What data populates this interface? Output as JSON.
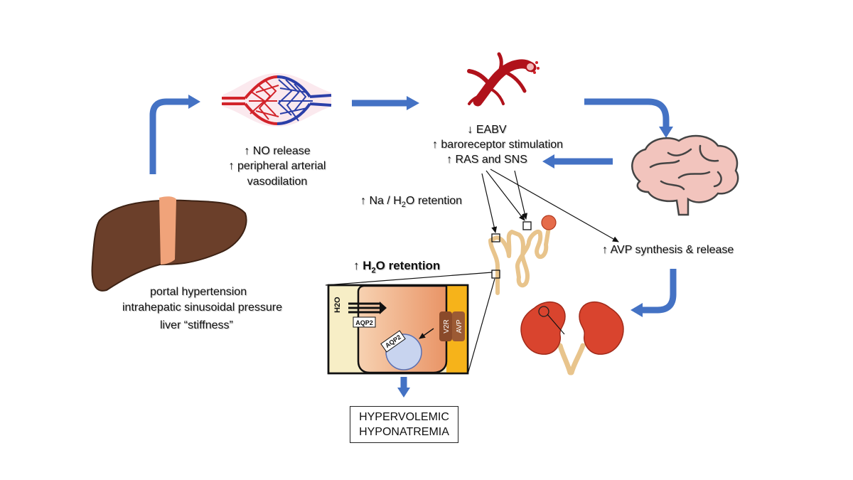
{
  "liver": {
    "line1": "portal hypertension",
    "line2": "intrahepatic sinusoidal pressure",
    "line3": "liver “stiffness”"
  },
  "vessels": {
    "line1": "↑ NO release",
    "line2": "↑ peripheral arterial",
    "line3": "vasodilation"
  },
  "artery": {
    "line1": "↓ EABV",
    "line2": "↑ baroreceptor stimulation",
    "line3": "↑ RAS and SNS"
  },
  "retention": {
    "na_prefix": "↑ Na / H",
    "na_sub": "2",
    "na_suffix": "O retention",
    "h2o_prefix": "↑ ",
    "h2o_main": "H",
    "h2o_sub": "2",
    "h2o_suffix": "O retention"
  },
  "brain": {
    "avp": "↑ AVP synthesis & release"
  },
  "cell": {
    "h2o": "H2O",
    "aqp2_membrane": "AQP2",
    "aqp2_vesicle": "AQP2",
    "v2r": "V2R",
    "avp": "AVP"
  },
  "outcome": {
    "line1": "HYPERVOLEMIC",
    "line2": "HYPONATREMIA"
  },
  "colors": {
    "arrow_blue": "#4472c4",
    "liver": "#6b3f2a",
    "artery_red": "#b0121b",
    "kidney": "#d9442e",
    "brain": "#f2c4bd",
    "tubule": "#e8c48c"
  }
}
